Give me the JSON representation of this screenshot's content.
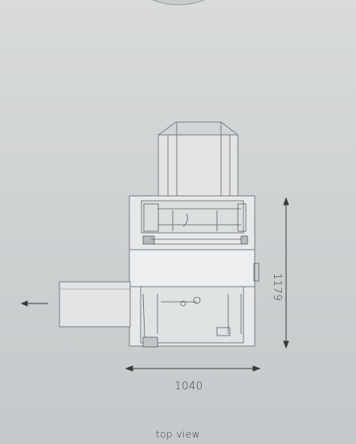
{
  "dimensions": {
    "width": "1040",
    "height": "1179"
  },
  "caption": "top view",
  "colors": {
    "line": "#7a7d80",
    "dark_line": "#4a4c4e",
    "machine_fill": "#e4e6e7",
    "text": "#3a3a3a"
  }
}
